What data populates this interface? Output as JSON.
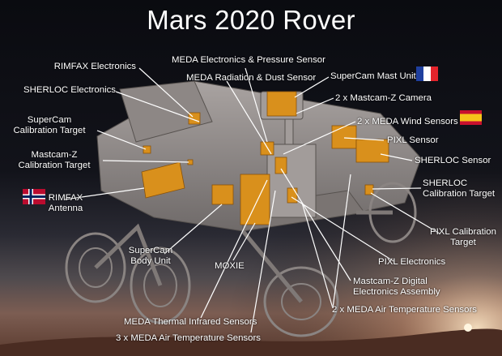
{
  "title": "Mars 2020 Rover",
  "labels": {
    "rimfax_electronics": "RIMFAX Electronics",
    "sherloc_electronics": "SHERLOC Electronics",
    "supercam_calibration_target": [
      "SuperCam",
      "Calibration Target"
    ],
    "mastcam_z_calibration_target": [
      "Mastcam-Z",
      "Calibration Target"
    ],
    "rimfax_antenna": [
      "RIMFAX",
      "Antenna"
    ],
    "supercam_body_unit": [
      "SuperCam",
      "Body Unit"
    ],
    "moxie": "MOXIE",
    "meda_thermal_infrared_sensors": "MEDA Thermal Infrared Sensors",
    "meda_air_temperature_sensors_3": "3 x MEDA Air Temperature Sensors",
    "meda_electronics_pressure_sensor": "MEDA Electronics & Pressure Sensor",
    "meda_radiation_dust_sensor": "MEDA Radiation & Dust Sensor",
    "supercam_mast_unit": "SuperCam Mast Unit",
    "mastcam_z_camera_2": "2 x Mastcam-Z Camera",
    "meda_wind_sensors_2": "2 x MEDA Wind Sensors",
    "pixl_sensor": "PIXL Sensor",
    "sherloc_sensor": "SHERLOC Sensor",
    "sherloc_calibration_target": [
      "SHERLOC",
      "Calibration Target"
    ],
    "pixl_calibration_target": [
      "PIXL Calibration",
      "Target"
    ],
    "pixl_electronics": "PIXL Electronics",
    "mastcam_z_digital_electronics_assembly": [
      "Mastcam-Z Digital",
      "Electronics Assembly"
    ],
    "meda_air_temperature_sensors_2": "2 x MEDA Air Temperature Sensors"
  },
  "flags": {
    "france": {
      "icon": "france-flag-icon",
      "colors": [
        "#1f3f9e",
        "#ffffff",
        "#e4232b"
      ]
    },
    "spain": {
      "icon": "spain-flag-icon",
      "colors": [
        "#c8102e",
        "#f6c41a"
      ]
    },
    "norway": {
      "icon": "norway-flag-icon",
      "colors": [
        "#ba0c2f",
        "#ffffff",
        "#00205b"
      ]
    }
  },
  "colors": {
    "instrument": "#d9901c",
    "rover": "#9b9593",
    "leader_line": "#ffffff"
  }
}
